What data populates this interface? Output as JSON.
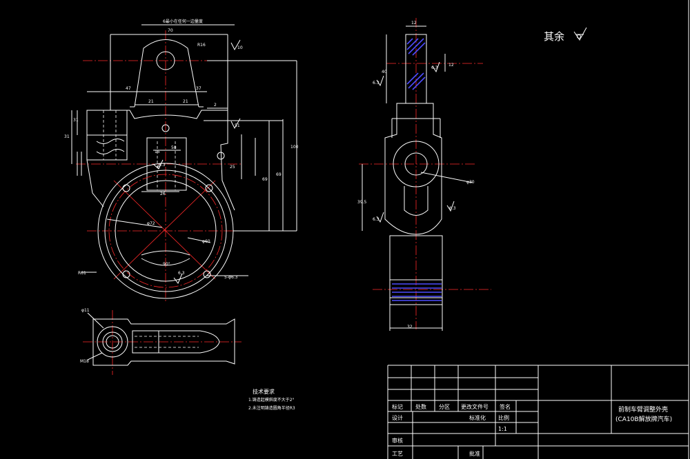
{
  "corner_note": "其余",
  "dimensions": {
    "top_note": "6最小在任何一边量度",
    "d70": "70",
    "r16": "R16",
    "v10": "10",
    "d47": "47",
    "d37": "37",
    "d21a": "21",
    "d21b": "21",
    "d2": "2",
    "d31": "31",
    "d31b": "31",
    "d51": "51",
    "d58": "58",
    "d15": "15",
    "d25": "25",
    "d6": "6",
    "d69": "69",
    "d100": "100",
    "d26": "26",
    "phi72": "φ72",
    "phi60": "φ60",
    "angle90": "90°",
    "r61": "R61",
    "holes": "5-φ6.3",
    "phi11": "φ11",
    "m18": "M18",
    "d40": "40",
    "phi30": "φ30",
    "d39_5": "39.5",
    "d32": "32",
    "d12": "12",
    "d12b": "12",
    "r6_3a": "6.3",
    "r6_3b": "6.3",
    "r6_3c": "6.3",
    "r6_3d": "6.3",
    "r6_3e": "6.3",
    "r6_3f": "6.3"
  },
  "tech_req": {
    "title": "技术要求",
    "line1": "1.铸造起模斜度不大于2°",
    "line2": "2.未注明铸造圆角半径R3"
  },
  "title_block": {
    "mark": "标记",
    "count": "处数",
    "zone": "分区",
    "doc_no": "更改文件号",
    "sign": "签名",
    "design": "设计",
    "standardization": "标准化",
    "ratio_label": "比例",
    "ratio_value": "1:1",
    "review": "审核",
    "process": "工艺",
    "approve": "批准",
    "part_name": "前制车臂调整外壳",
    "part_sub": "(CA10B解放牌汽车)"
  }
}
